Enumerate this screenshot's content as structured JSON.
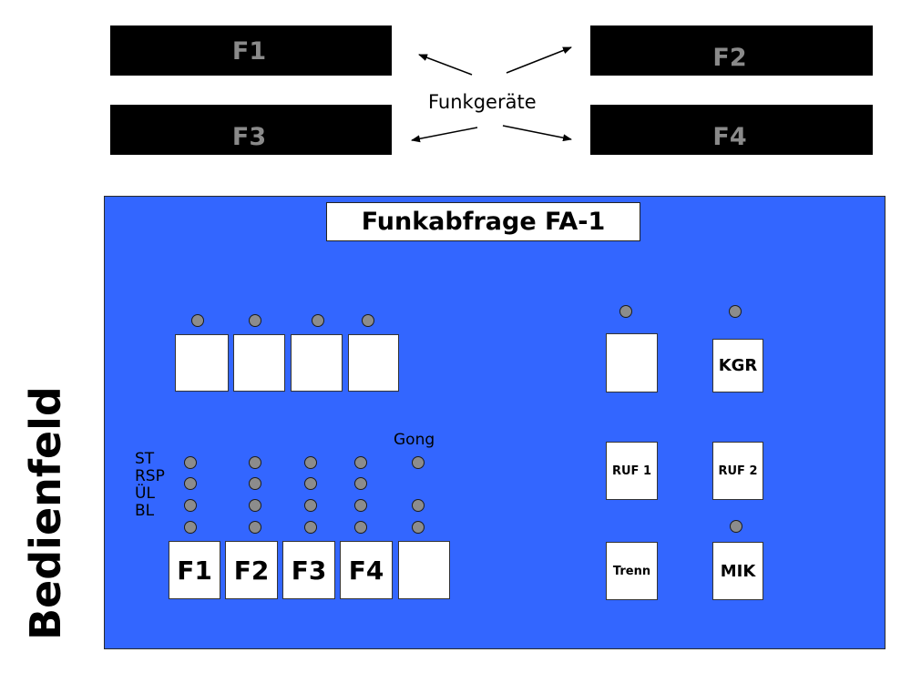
{
  "radios": [
    {
      "id": "f1",
      "label": "F1"
    },
    {
      "id": "f2",
      "label": "F2"
    },
    {
      "id": "f3",
      "label": "F3"
    },
    {
      "id": "f4",
      "label": "F4"
    }
  ],
  "devices_label": "Funkgeräte",
  "panel": {
    "title": "Funkabfrage  FA-1",
    "side_label": "Bedienfeld",
    "gong_label": "Gong",
    "row_labels": [
      "ST",
      "RSP",
      "ÜL",
      "BL"
    ],
    "channel_buttons": [
      "F1",
      "F2",
      "F3",
      "F4",
      ""
    ],
    "right_buttons": {
      "blank": "",
      "kgr": "KGR",
      "ruf1": "RUF 1",
      "ruf2": "RUF 2",
      "trenn": "Trenn",
      "mik": "MIK"
    }
  },
  "colors": {
    "panel_blue": "#3366ff",
    "radio_body": "#000000",
    "radio_text": "#8a8a8a",
    "led_grey": "#8c8c8c"
  }
}
